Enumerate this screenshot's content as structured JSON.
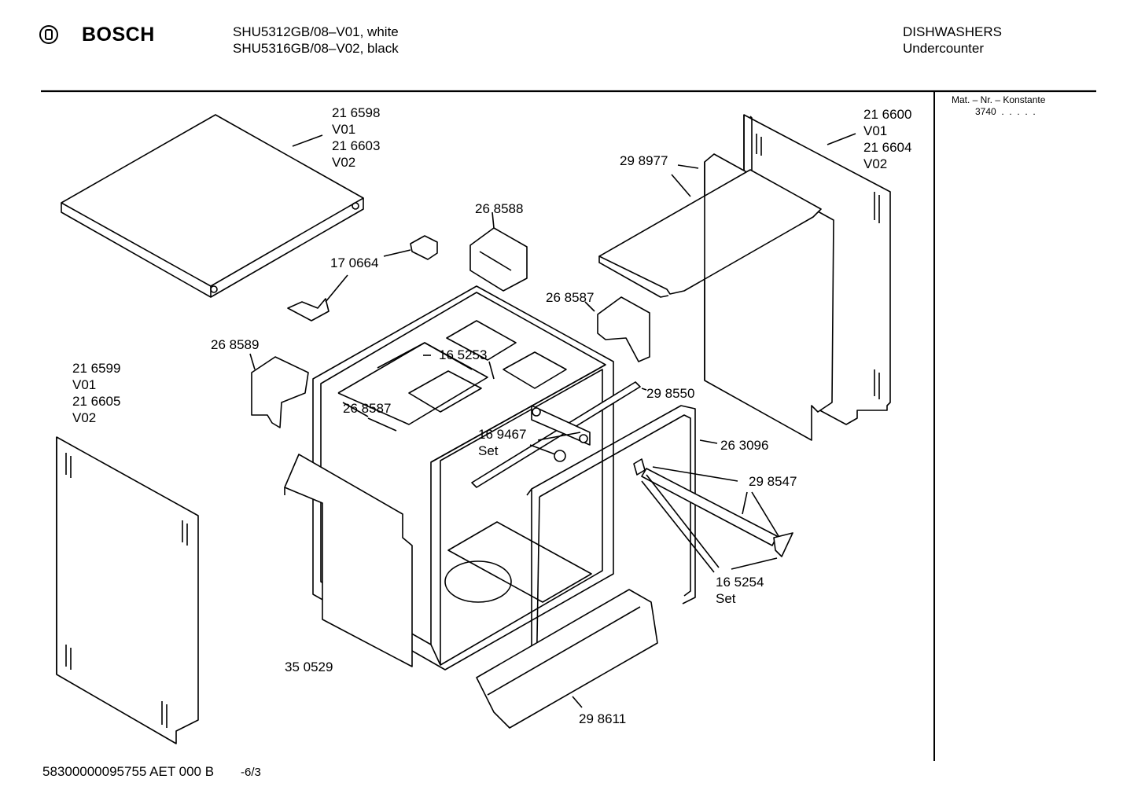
{
  "header": {
    "brand": "BOSCH",
    "models": [
      "SHU5312GB/08–V01, white",
      "SHU5316GB/08–V02, black"
    ],
    "category": "DISHWASHERS",
    "subcategory": "Undercounter"
  },
  "side_panel": {
    "title": "Mat. – Nr. – Konstante",
    "value": "3740  .  .  .  .  ."
  },
  "callouts": {
    "top_cover": [
      "21 6598",
      "V01",
      "21 6603",
      "V02"
    ],
    "right_side_panel": [
      "21 6600",
      "V01",
      "21 6604",
      "V02"
    ],
    "left_side_panel": [
      "21 6599",
      "V01",
      "21 6605",
      "V02"
    ],
    "p298977": "29 8977",
    "p268588": "26 8588",
    "p170664": "17 0664",
    "p268587_top": "26 8587",
    "p268589": "26 8589",
    "p165253": "16 5253",
    "p298550": "29 8550",
    "p268587_mid": "26 8587",
    "p169467": [
      "16 9467",
      "Set"
    ],
    "p263096": "26 3096",
    "p298547": "29 8547",
    "p165254": [
      "16 5254",
      "Set"
    ],
    "p350529": "35 0529",
    "p298611": "29 8611"
  },
  "footer": {
    "doc_id": "58300000095755 AET 000 B",
    "page": "-6/3"
  }
}
